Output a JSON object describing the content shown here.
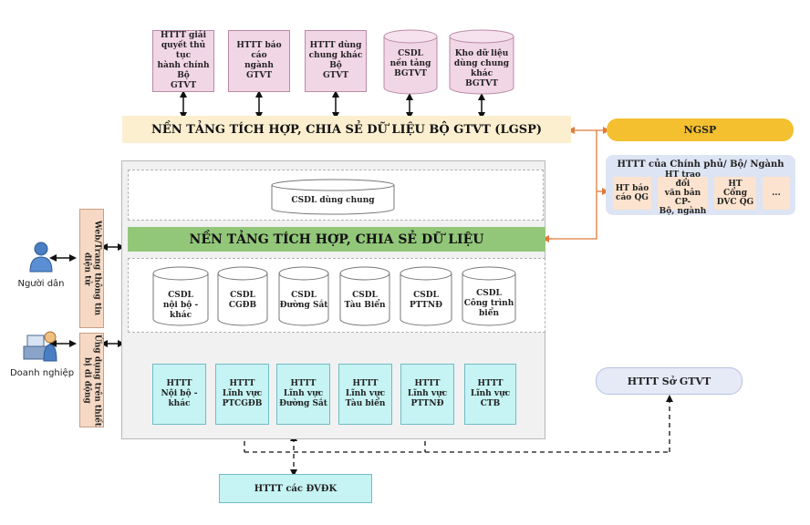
{
  "top_pink_boxes": [
    {
      "label": "HTTT giải\nquyết thủ tục\nhành chính Bộ\nGTVT"
    },
    {
      "label": "HTTT báo cáo\nngành GTVT"
    },
    {
      "label": "HTTT dùng\nchung khác Bộ\nGTVT"
    }
  ],
  "top_cylinders": [
    {
      "label": "CSDL\nnền tảng\nBGTVT"
    },
    {
      "label": "Kho dữ liệu\ndùng chung khác\nBGTVT"
    }
  ],
  "lgsp_label": "NỀN TẢNG TÍCH HỢP, CHIA SẺ DỮ LIỆU BỘ GTVT (LGSP)",
  "ngsp_label": "NGSP",
  "gov_panel": {
    "title": "HTTT của Chính phủ/ Bộ/ Ngành",
    "items": [
      "HT báo\ncáo QG",
      "HT trao đổi\nvăn bản CP-\nBộ, ngành",
      "HT Cổng\nDVC QG",
      "..."
    ]
  },
  "shared_db_label": "CSDL dùng chung",
  "platform_label": "NỀN TẢNG TÍCH HỢP, CHIA SẺ DỮ LIỆU",
  "domain_cylinders": [
    {
      "label": "CSDL\nnội bộ - khác"
    },
    {
      "label": "CSDL\nCGĐB"
    },
    {
      "label": "CSDL\nĐường Sắt"
    },
    {
      "label": "CSDL\nTàu Biển"
    },
    {
      "label": "CSDL\nPTTNĐ"
    },
    {
      "label": "CSDL\nCông trình\nbiển"
    }
  ],
  "domain_boxes": [
    {
      "label": "HTTT\nNội bộ -\nkhác"
    },
    {
      "label": "HTTT\nLĩnh vực\nPTCGĐB"
    },
    {
      "label": "HTTT\nLĩnh vực\nĐường Sắt"
    },
    {
      "label": "HTTT\nLĩnh vực\nTàu biển"
    },
    {
      "label": "HTTT\nLĩnh vực\nPTTNĐ"
    },
    {
      "label": "HTTT\nLĩnh vực\nCTB"
    }
  ],
  "web_portal_label": "Web/Trang thông tin điện tử",
  "mobile_app_label": "Ứng dụng trên thiết bị di động",
  "citizen_label": "Người dân",
  "business_label": "Doanh nghiệp",
  "so_gtvt_label": "HTTT Sở GTVT",
  "dvdk_label": "HTTT các ĐVĐK",
  "colors": {
    "arrow_orange": "#e07a3a",
    "lgsp_bg": "#fcefd0",
    "green_bar": "#92c77a",
    "ngsp": "#f4c030",
    "cyan_box": "#c6f3f3",
    "pink_box": "#f1d6e6"
  }
}
